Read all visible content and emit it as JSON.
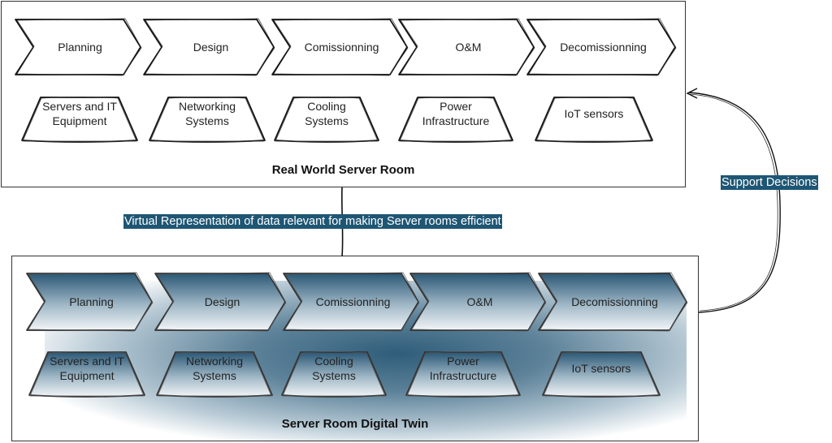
{
  "real_world": {
    "title": "Real World Server Room",
    "phases": [
      "Planning",
      "Design",
      "Comissionning",
      "O&M",
      "Decomissionning"
    ],
    "components": [
      "Servers and IT Equipment",
      "Networking Systems",
      "Cooling Systems",
      "Power Infrastructure",
      "IoT sensors"
    ]
  },
  "digital_twin": {
    "title": "Server Room Digital Twin",
    "phases": [
      "Planning",
      "Design",
      "Comissionning",
      "O&M",
      "Decomissionning"
    ],
    "components": [
      "Servers and IT Equipment",
      "Networking Systems",
      "Cooling Systems",
      "Power Infrastructure",
      "IoT sensors"
    ]
  },
  "connections": {
    "virtual_representation_label": "Virtual Representation of data relevant for making Server rooms efficient",
    "support_decisions_label": "Support Decisions"
  },
  "colors": {
    "accent": "#1e5674",
    "twin_fill_dark": "#2f5d7a",
    "twin_fill_light": "#eef2f5",
    "stroke": "#222222"
  }
}
